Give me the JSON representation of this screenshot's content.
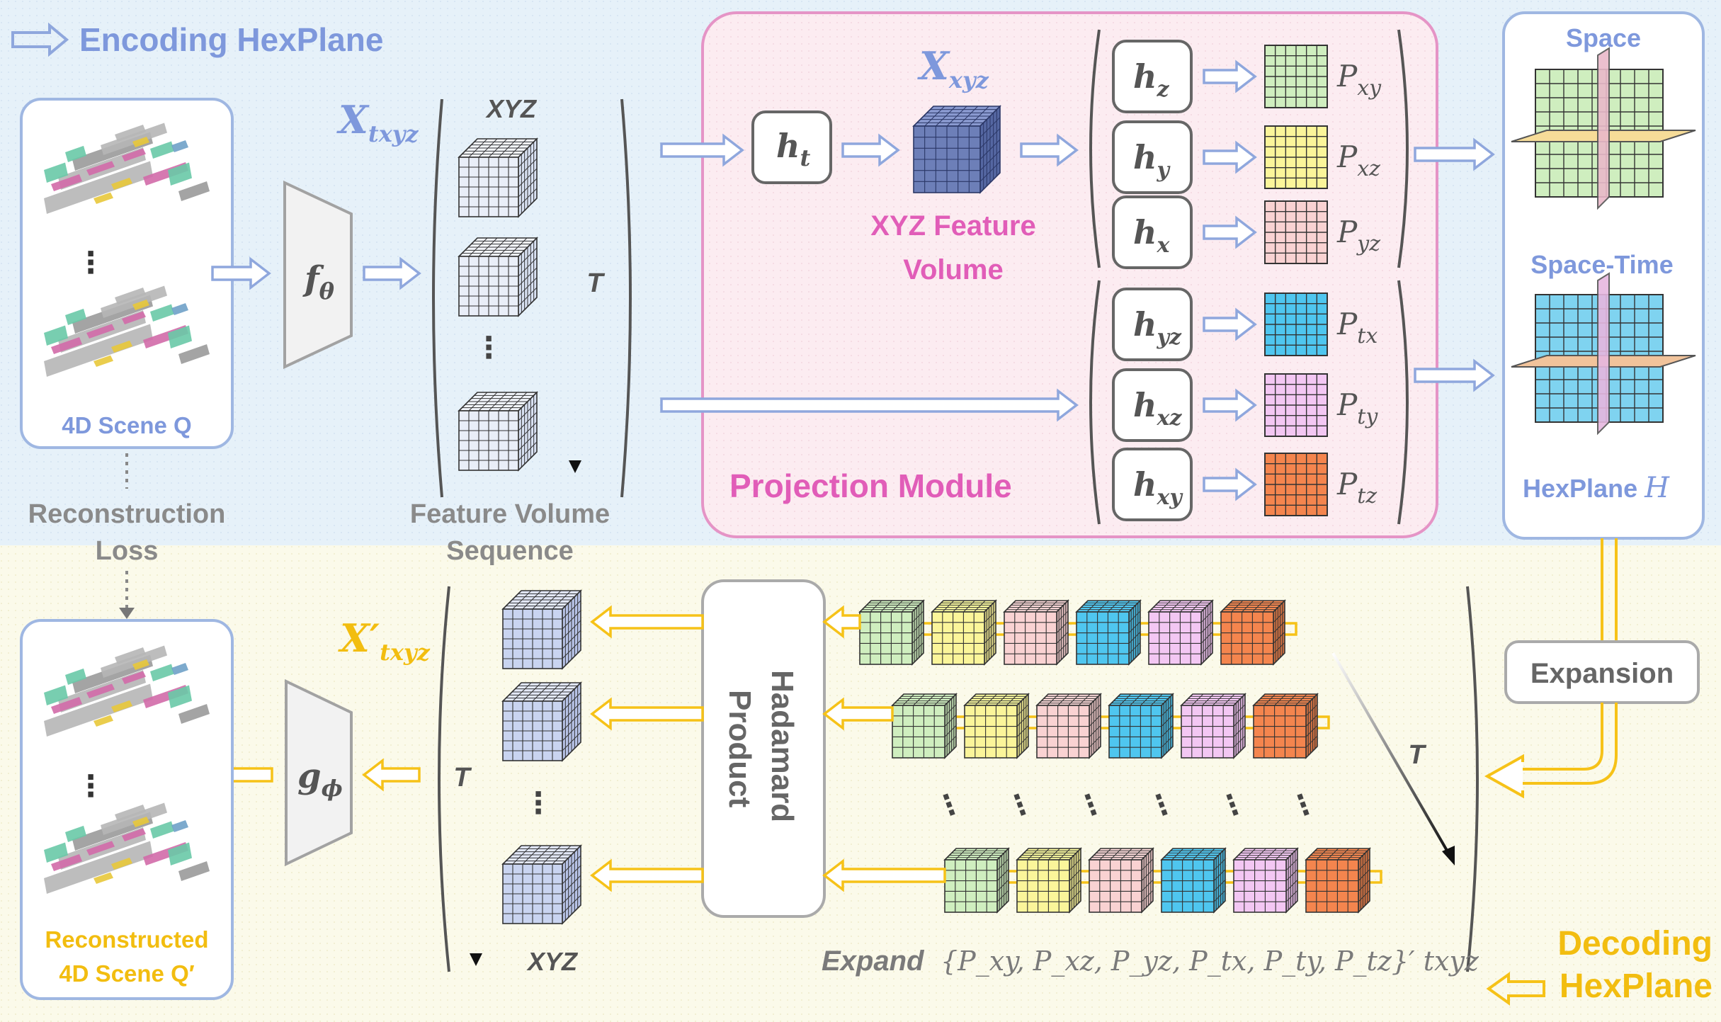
{
  "encoding": {
    "title": "Encoding HexPlane",
    "scene_label": "4D Scene Q",
    "encoder_symbol": "f",
    "encoder_sub": "θ",
    "seq_symbol": "X",
    "seq_sub": "txyz",
    "seq_axis_label": "XYZ",
    "seq_time_label": "T",
    "seq_caption_line1": "Feature Volume",
    "seq_caption_line2": "Sequence"
  },
  "loss": {
    "line1": "Reconstruction",
    "line2": "Loss"
  },
  "projection": {
    "title": "Projection Module",
    "time_layer_symbol": "h",
    "time_layer_sub": "t",
    "volume_symbol": "X",
    "volume_sub": "xyz",
    "volume_caption_line1": "XYZ Feature",
    "volume_caption_line2": "Volume",
    "heads": [
      {
        "sub": "z",
        "plane_sub": "xy",
        "color": "#cfeebf"
      },
      {
        "sub": "y",
        "plane_sub": "xz",
        "color": "#fbf59a"
      },
      {
        "sub": "x",
        "plane_sub": "yz",
        "color": "#f9d2d2"
      },
      {
        "sub": "yz",
        "plane_sub": "tx",
        "color": "#4fc6ef"
      },
      {
        "sub": "xz",
        "plane_sub": "ty",
        "color": "#f3c7f3"
      },
      {
        "sub": "xy",
        "plane_sub": "tz",
        "color": "#f4854e"
      }
    ],
    "head_symbol": "h",
    "plane_symbol": "P"
  },
  "hexplane": {
    "space_label": "Space",
    "spacetime_label": "Space-Time",
    "name_label": "HexPlane",
    "name_symbol": "H"
  },
  "decoding": {
    "title_line1": "Decoding",
    "title_line2": "HexPlane",
    "expansion_label": "Expansion",
    "hadamard_line1": "Hadamard",
    "hadamard_line2": "Product",
    "time_label": "T",
    "expand_word": "Expand",
    "expand_set": "{P_xy, P_xz, P_yz, P_tx, P_ty, P_tz}′ txyz",
    "seq_symbol": "X′",
    "seq_sub": "txyz",
    "seq_axis_label": "XYZ",
    "seq_time_label": "T",
    "decoder_symbol": "g",
    "decoder_sub": "ϕ",
    "recon_line1": "Reconstructed",
    "recon_line2": "4D Scene Q′"
  },
  "colors": {
    "blue": "#8fa7dd",
    "blue_text": "#7e98dc",
    "pink": "#e274bd",
    "pink_text": "#e15db8",
    "yellow": "#f6c218",
    "yellow_text": "#f2bd10",
    "gray": "#8a8a8a",
    "top_bg": "#e6f1f9",
    "bottom_bg": "#fbfaea",
    "proj_bg": "#fbeaf0"
  }
}
